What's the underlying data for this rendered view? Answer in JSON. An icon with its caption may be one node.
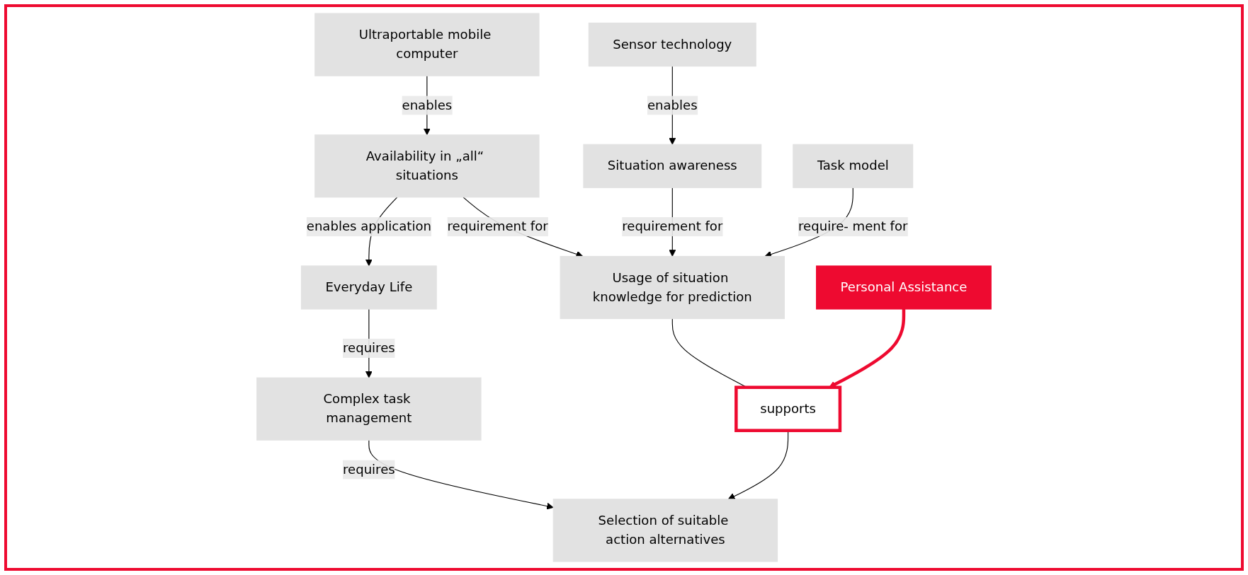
{
  "diagram": {
    "nodes": [
      {
        "text": [
          "Personal Assistance"
        ]
      },
      {
        "text": [
          "Ultraportable mobile computer"
        ]
      },
      {
        "text": [
          "Sensor technology"
        ]
      },
      {
        "text": [
          "Everyday Life"
        ]
      },
      {
        "text": [
          "Availability in „all“ situations"
        ]
      },
      {
        "text": [
          "Situation awareness"
        ]
      },
      {
        "text": [
          "Complex task management"
        ]
      },
      {
        "text": [
          "Selection of suitable action alternatives"
        ]
      },
      {
        "text": [
          "supports"
        ]
      },
      {
        "text": [
          "Usage of situation knowledge for prediction"
        ]
      },
      {
        "text": [
          "Task model"
        ]
      }
    ],
    "edges": [
      {
        "from": 1,
        "to": 4,
        "arrow": "to",
        "label": "enables"
      },
      {
        "from": 2,
        "to": 5,
        "arrow": "to",
        "label": "enables"
      },
      {
        "from": 4,
        "to": 3,
        "arrow": "to",
        "label": "enables application"
      },
      {
        "from": 3,
        "to": 6,
        "arrow": "to",
        "label": "requires"
      },
      {
        "from": 4,
        "to": 9,
        "arrow": "to",
        "label": "requirement for"
      },
      {
        "from": 5,
        "to": 9,
        "arrow": "to",
        "label": "requirement for"
      },
      {
        "from": 6,
        "to": 7,
        "arrow": "to",
        "label": "requires"
      },
      {
        "from": 10,
        "to": 9,
        "arrow": "to",
        "label": "require- ment for"
      },
      {
        "from": 9,
        "to": 8,
        "arrow": "none"
      },
      {
        "from": 8,
        "to": 7,
        "arrow": "to"
      },
      {
        "from": 0,
        "to": 8,
        "arrow": "to",
        "style": "thick",
        "color": "#ee0a30"
      }
    ]
  }
}
